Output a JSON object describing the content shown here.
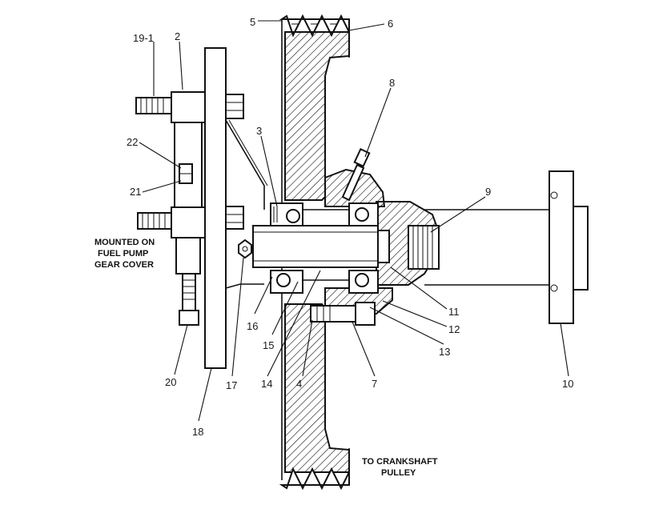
{
  "labels": {
    "l19_1": "19-1",
    "l2": "2",
    "l5": "5",
    "l6": "6",
    "l3": "3",
    "l8": "8",
    "l22": "22",
    "l21": "21",
    "l9": "9",
    "l16": "16",
    "l15": "15",
    "l14": "14",
    "l4": "4",
    "l7": "7",
    "l11": "11",
    "l12": "12",
    "l13": "13",
    "l10": "10",
    "l20": "20",
    "l17": "17",
    "l18": "18"
  },
  "notes": {
    "mounted_line1": "MOUNTED ON",
    "mounted_line2": "FUEL PUMP",
    "mounted_line3": "GEAR COVER",
    "crank_line1": "TO CRANKSHAFT",
    "crank_line2": "PULLEY"
  }
}
